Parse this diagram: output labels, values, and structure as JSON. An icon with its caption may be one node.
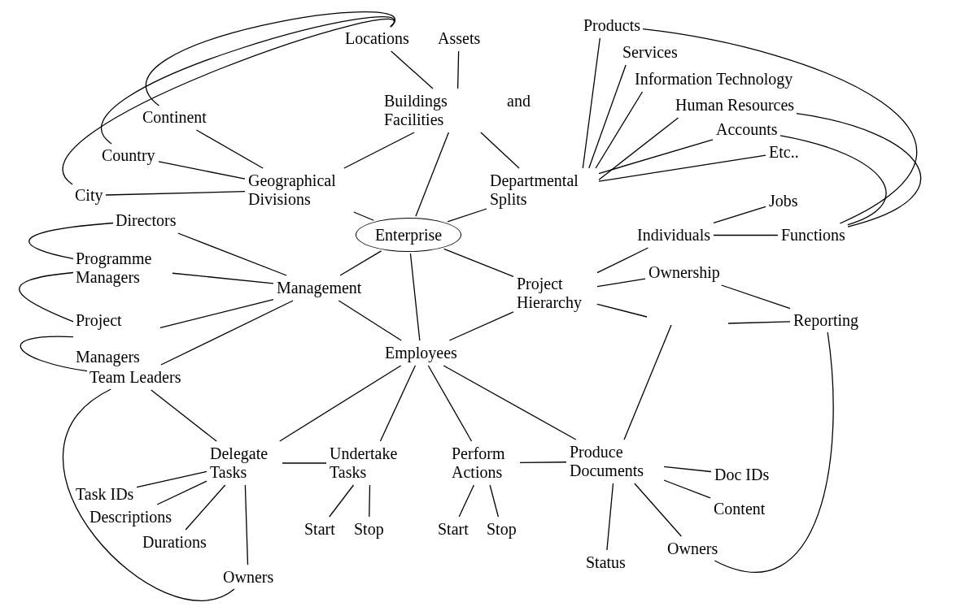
{
  "diagram": {
    "nodes": [
      {
        "text": [
          "Locations"
        ]
      },
      {
        "text": [
          "Assets"
        ]
      },
      {
        "text": [
          "Products"
        ]
      },
      {
        "text": [
          "Services"
        ]
      },
      {
        "text": [
          "Buildings and Facilities"
        ]
      },
      {
        "text": [
          "Information Technology"
        ]
      },
      {
        "text": [
          "Continent"
        ]
      },
      {
        "text": [
          "Human Resources"
        ]
      },
      {
        "text": [
          "Accounts"
        ]
      },
      {
        "text": [
          "Country"
        ]
      },
      {
        "text": [
          "Etc.."
        ]
      },
      {
        "text": [
          "Geographical Divisions"
        ]
      },
      {
        "text": [
          "Departmental Splits"
        ]
      },
      {
        "text": [
          "City"
        ]
      },
      {
        "text": [
          "Jobs"
        ]
      },
      {
        "text": [
          "Directors"
        ]
      },
      {
        "text": [
          "Enterprise"
        ]
      },
      {
        "text": [
          "Individuals"
        ]
      },
      {
        "text": [
          "Functions"
        ]
      },
      {
        "text": [
          "Programme Managers"
        ]
      },
      {
        "text": [
          "Management"
        ]
      },
      {
        "text": [
          "Ownership"
        ]
      },
      {
        "text": [
          "Project Hierarchy"
        ]
      },
      {
        "text": [
          "Project Managers"
        ]
      },
      {
        "text": [
          "Reporting"
        ]
      },
      {
        "text": [
          "Employees"
        ]
      },
      {
        "text": [
          "Team Leaders"
        ]
      },
      {
        "text": [
          "Delegate Tasks"
        ]
      },
      {
        "text": [
          "Undertake Tasks"
        ]
      },
      {
        "text": [
          "Perform Actions"
        ]
      },
      {
        "text": [
          "Produce Documents"
        ]
      },
      {
        "text": [
          "Doc IDs"
        ]
      },
      {
        "text": [
          "Task IDs"
        ]
      },
      {
        "text": [
          "Descriptions"
        ]
      },
      {
        "text": [
          "Start"
        ]
      },
      {
        "text": [
          "Stop"
        ]
      },
      {
        "text": [
          "Start"
        ]
      },
      {
        "text": [
          "Stop"
        ]
      },
      {
        "text": [
          "Content"
        ]
      },
      {
        "text": [
          "Durations"
        ]
      },
      {
        "text": [
          "Owners"
        ]
      },
      {
        "text": [
          "Status"
        ]
      },
      {
        "text": [
          "Owners"
        ]
      }
    ],
    "edges": [
      {
        "from": 16,
        "to": 4,
        "arrow": "none"
      },
      {
        "from": 16,
        "to": 11,
        "arrow": "none"
      },
      {
        "from": 16,
        "to": 12,
        "arrow": "none"
      },
      {
        "from": 16,
        "to": 20,
        "arrow": "none"
      },
      {
        "from": 16,
        "to": 25,
        "arrow": "none"
      },
      {
        "from": 16,
        "to": 22,
        "arrow": "none"
      },
      {
        "from": 4,
        "to": 0,
        "arrow": "none"
      },
      {
        "from": 4,
        "to": 1,
        "arrow": "none"
      },
      {
        "from": 4,
        "to": 11,
        "arrow": "none"
      },
      {
        "from": 4,
        "to": 12,
        "arrow": "none"
      },
      {
        "from": 11,
        "to": 6,
        "arrow": "none"
      },
      {
        "from": 11,
        "to": 9,
        "arrow": "none"
      },
      {
        "from": 11,
        "to": 13,
        "arrow": "none"
      },
      {
        "from": 0,
        "to": 6,
        "arrow": "none"
      },
      {
        "from": 0,
        "to": 9,
        "arrow": "none"
      },
      {
        "from": 0,
        "to": 13,
        "arrow": "none"
      },
      {
        "from": 12,
        "to": 2,
        "arrow": "none"
      },
      {
        "from": 12,
        "to": 3,
        "arrow": "none"
      },
      {
        "from": 12,
        "to": 5,
        "arrow": "none"
      },
      {
        "from": 12,
        "to": 7,
        "arrow": "none"
      },
      {
        "from": 12,
        "to": 8,
        "arrow": "none"
      },
      {
        "from": 12,
        "to": 10,
        "arrow": "none"
      },
      {
        "from": 2,
        "to": 18,
        "arrow": "none"
      },
      {
        "from": 7,
        "to": 18,
        "arrow": "none"
      },
      {
        "from": 8,
        "to": 18,
        "arrow": "none"
      },
      {
        "from": 17,
        "to": 14,
        "arrow": "none"
      },
      {
        "from": 17,
        "to": 18,
        "arrow": "none"
      },
      {
        "from": 22,
        "to": 17,
        "arrow": "none"
      },
      {
        "from": 22,
        "to": 21,
        "arrow": "none"
      },
      {
        "from": 21,
        "to": 24,
        "arrow": "none"
      },
      {
        "from": 22,
        "to": null,
        "arrow": "none"
      },
      {
        "from": null,
        "to": 24,
        "arrow": "none"
      },
      {
        "from": null,
        "to": 30,
        "arrow": "none"
      },
      {
        "from": 22,
        "to": 25,
        "arrow": "none"
      },
      {
        "from": 20,
        "to": 15,
        "arrow": "none"
      },
      {
        "from": 20,
        "to": 19,
        "arrow": "none"
      },
      {
        "from": 20,
        "to": 23,
        "arrow": "none"
      },
      {
        "from": 20,
        "to": 26,
        "arrow": "none"
      },
      {
        "from": 20,
        "to": 25,
        "arrow": "none"
      },
      {
        "from": 15,
        "to": 19,
        "arrow": "none"
      },
      {
        "from": 19,
        "to": 23,
        "arrow": "none"
      },
      {
        "from": 23,
        "to": 26,
        "arrow": "none"
      },
      {
        "from": 26,
        "to": 27,
        "arrow": "none"
      },
      {
        "from": 26,
        "to": 42,
        "arrow": "none"
      },
      {
        "from": 25,
        "to": 27,
        "arrow": "none"
      },
      {
        "from": 25,
        "to": 28,
        "arrow": "none"
      },
      {
        "from": 25,
        "to": 29,
        "arrow": "none"
      },
      {
        "from": 25,
        "to": 30,
        "arrow": "none"
      },
      {
        "from": 27,
        "to": 28,
        "arrow": "none"
      },
      {
        "from": 27,
        "to": 32,
        "arrow": "none"
      },
      {
        "from": 27,
        "to": 33,
        "arrow": "none"
      },
      {
        "from": 27,
        "to": 39,
        "arrow": "none"
      },
      {
        "from": 27,
        "to": 42,
        "arrow": "none"
      },
      {
        "from": 28,
        "to": 34,
        "arrow": "none"
      },
      {
        "from": 28,
        "to": 35,
        "arrow": "none"
      },
      {
        "from": 29,
        "to": 30,
        "arrow": "none"
      },
      {
        "from": 29,
        "to": 36,
        "arrow": "none"
      },
      {
        "from": 29,
        "to": 37,
        "arrow": "none"
      },
      {
        "from": 30,
        "to": 31,
        "arrow": "none"
      },
      {
        "from": 30,
        "to": 38,
        "arrow": "none"
      },
      {
        "from": 30,
        "to": 40,
        "arrow": "none"
      },
      {
        "from": 30,
        "to": 41,
        "arrow": "none"
      },
      {
        "from": 24,
        "to": 40,
        "arrow": "none"
      }
    ]
  }
}
